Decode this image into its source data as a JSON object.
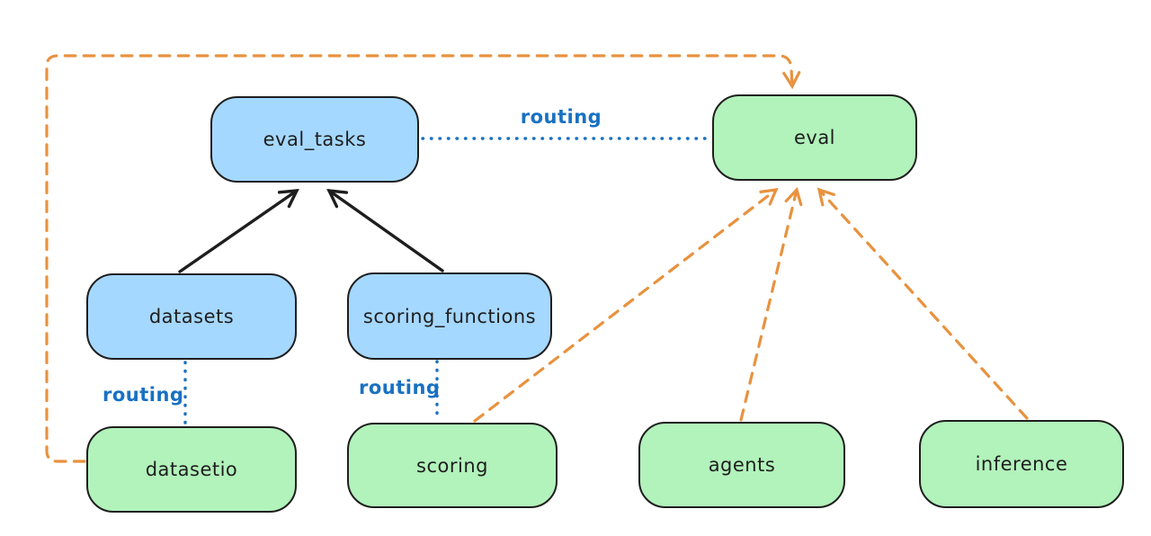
{
  "diagram_title": "",
  "colors": {
    "node_blue_fill": "#a5d8ff",
    "node_green_fill": "#b2f2bb",
    "node_border": "#1e1e1e",
    "routing_blue": "#1971c2",
    "arrow_black": "#1e1e1e",
    "arrow_orange": "#e8923f",
    "background": "#ffffff"
  },
  "nodes": {
    "eval_tasks": {
      "label": "eval_tasks",
      "fill": "blue"
    },
    "eval": {
      "label": "eval",
      "fill": "green"
    },
    "datasets": {
      "label": "datasets",
      "fill": "blue"
    },
    "scoring_functions": {
      "label": "scoring_functions",
      "fill": "blue"
    },
    "datasetio": {
      "label": "datasetio",
      "fill": "green"
    },
    "scoring": {
      "label": "scoring",
      "fill": "green"
    },
    "agents": {
      "label": "agents",
      "fill": "green"
    },
    "inference": {
      "label": "inference",
      "fill": "green"
    }
  },
  "edges": [
    {
      "from": "datasets",
      "to": "eval_tasks",
      "style": "solid-arrow",
      "color": "black",
      "label": ""
    },
    {
      "from": "scoring_functions",
      "to": "eval_tasks",
      "style": "solid-arrow",
      "color": "black",
      "label": ""
    },
    {
      "from": "eval_tasks",
      "to": "eval",
      "style": "dotted",
      "color": "blue",
      "label": "routing"
    },
    {
      "from": "datasets",
      "to": "datasetio",
      "style": "dotted",
      "color": "blue",
      "label": "routing"
    },
    {
      "from": "scoring_functions",
      "to": "scoring",
      "style": "dotted",
      "color": "blue",
      "label": "routing"
    },
    {
      "from": "datasetio",
      "to": "eval",
      "style": "dashed-arrow",
      "color": "orange",
      "label": ""
    },
    {
      "from": "scoring",
      "to": "eval",
      "style": "dashed-arrow",
      "color": "orange",
      "label": ""
    },
    {
      "from": "agents",
      "to": "eval",
      "style": "dashed-arrow",
      "color": "orange",
      "label": ""
    },
    {
      "from": "inference",
      "to": "eval",
      "style": "dashed-arrow",
      "color": "orange",
      "label": ""
    }
  ]
}
